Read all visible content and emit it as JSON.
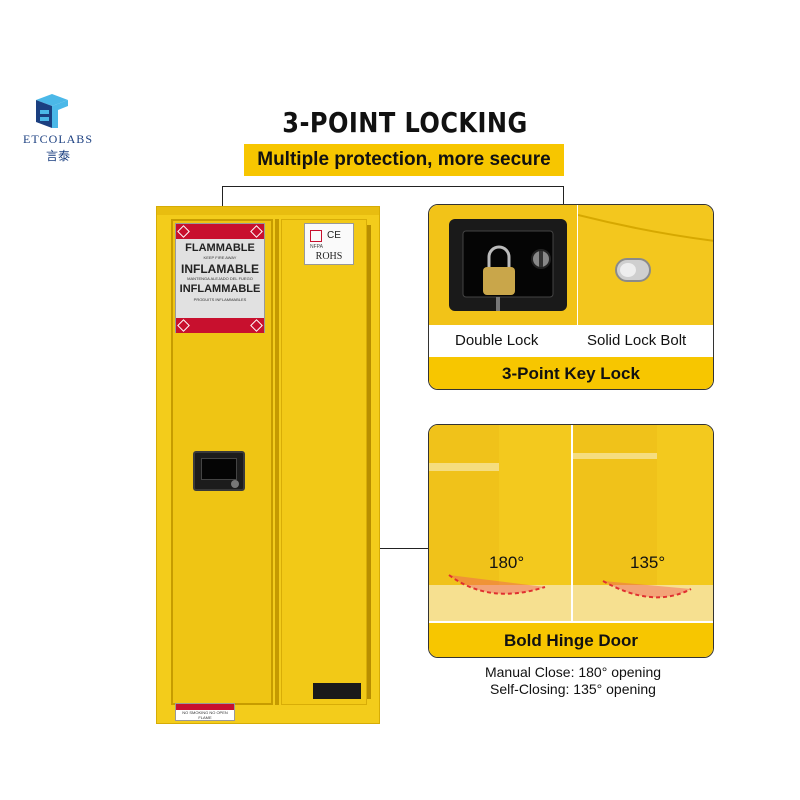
{
  "logo": {
    "name": "ETCOLABS",
    "name_cn": "言泰",
    "colors": {
      "light": "#4bb8e8",
      "dark": "#1b3f80"
    }
  },
  "header": {
    "title": "3-POINT LOCKING SYSTEM",
    "subtitle": "Multiple protection, more secure"
  },
  "cabinet": {
    "warning_label": {
      "line1": "FLAMMABLE",
      "line1_small": "KEEP FIRE AWAY",
      "line2": "INFLAMABLE",
      "line2_small": "MANTENGA ALEJADO DEL FUEGO",
      "line3": "INFLAMMABLE",
      "line3_small": "PRODUITS INFLAMMABLES"
    },
    "cert": {
      "ce": "CE",
      "nfpa": "NFPA",
      "rohs": "ROHS"
    },
    "bottom_sticker": "NO SMOKING NO OPEN FLAME",
    "colors": {
      "body": "#f3cc1b",
      "label_red": "#c8102e"
    }
  },
  "lock_panel": {
    "left_caption": "Double Lock",
    "right_caption": "Solid Lock Bolt",
    "bar_label": "3-Point Key Lock"
  },
  "hinge_panel": {
    "angle_left": "180°",
    "angle_right": "135°",
    "bar_label": "Bold Hinge Door"
  },
  "specs": {
    "line1": "Manual Close: 180° opening",
    "line2": "Self-Closing: 135° opening"
  },
  "accent_color": "#f7c600"
}
